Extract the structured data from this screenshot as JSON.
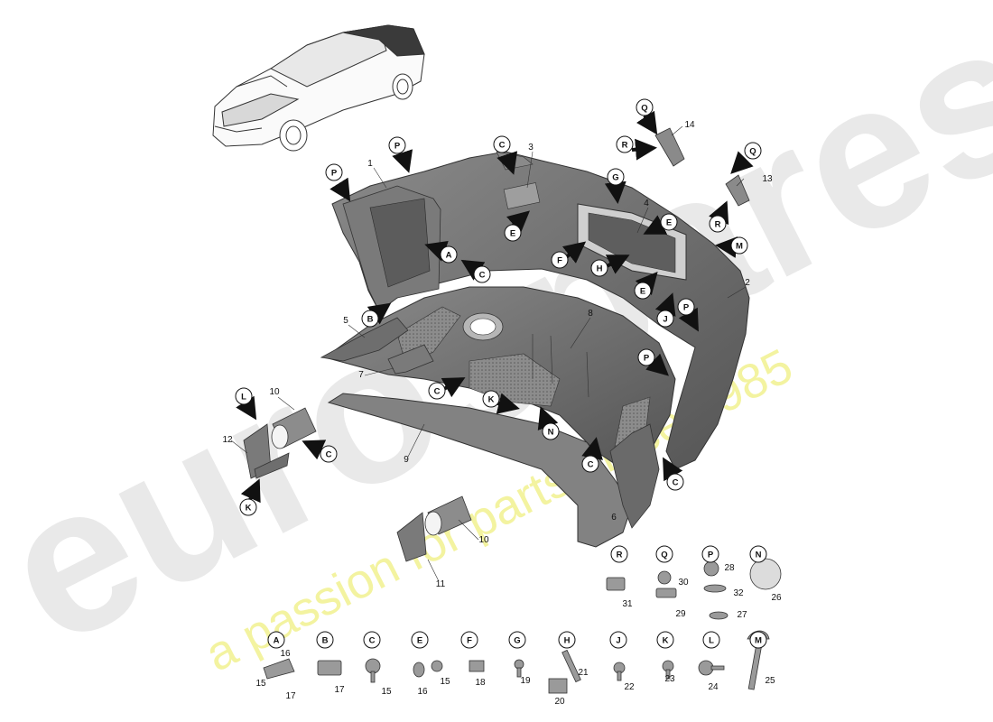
{
  "watermark": {
    "brand": "eurospares",
    "tagline": "a passion for parts since 1985"
  },
  "parts": {
    "p1": "1",
    "p2": "2",
    "p3": "3",
    "p4": "4",
    "p5": "5",
    "p6": "6",
    "p7": "7",
    "p8": "8",
    "p9": "9",
    "p10": "10",
    "p11": "11",
    "p12": "12",
    "p13": "13",
    "p14": "14",
    "p15": "15",
    "p16": "16",
    "p17": "17",
    "p18": "18",
    "p19": "19",
    "p20": "20",
    "p21": "21",
    "p22": "22",
    "p23": "23",
    "p24": "24",
    "p25": "25",
    "p26": "26",
    "p27": "27",
    "p28": "28",
    "p29": "29",
    "p30": "30",
    "p31": "31",
    "p32": "32"
  },
  "letters": {
    "A": "A",
    "B": "B",
    "C": "C",
    "E": "E",
    "F": "F",
    "G": "G",
    "H": "H",
    "J": "J",
    "K": "K",
    "L": "L",
    "M": "M",
    "N": "N",
    "P": "P",
    "Q": "Q",
    "R": "R"
  },
  "colors": {
    "part_fill": "#6e6e6e",
    "part_dark": "#4a4a4a",
    "part_light": "#9a9a9a",
    "watermark_grey": "#e9e9e9",
    "watermark_yellow": "#f3f3a0"
  }
}
